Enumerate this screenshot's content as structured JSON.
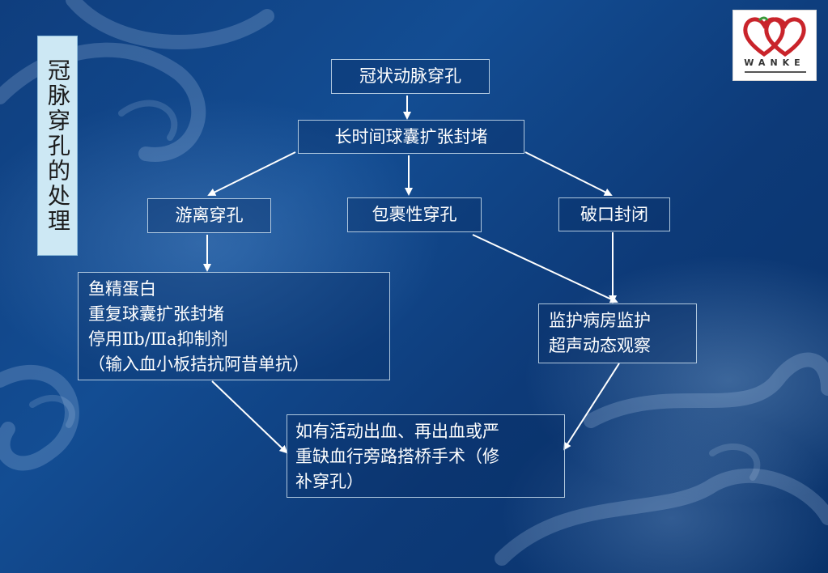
{
  "slide": {
    "vertical_title": "冠脉穿孔的处理",
    "logo": {
      "name": "wanke-heart-logo",
      "text": "WANKE"
    },
    "accent_color": "#0f3e7e"
  },
  "flowchart": {
    "nodes": {
      "root": {
        "text": "冠状动脉穿孔"
      },
      "balloon": {
        "text": "长时间球囊扩张封堵"
      },
      "free": {
        "text": "游离穿孔"
      },
      "contained": {
        "text": "包裹性穿孔"
      },
      "sealed": {
        "text": "破口封闭"
      },
      "treatment": {
        "lines": [
          "鱼精蛋白",
          "重复球囊扩张封堵",
          "停用Ⅱb/Ⅲa抑制剂",
          "（输入血小板拮抗阿昔单抗）"
        ]
      },
      "monitor": {
        "lines": [
          "监护病房监护",
          "超声动态观察"
        ]
      },
      "surgery": {
        "lines": [
          "如有活动出血、再出血或严",
          "重缺血行旁路搭桥手术（修",
          "补穿孔）"
        ]
      }
    }
  }
}
